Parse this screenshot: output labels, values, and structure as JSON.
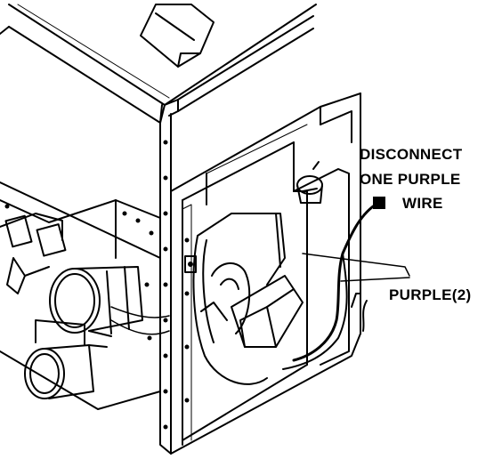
{
  "callout": {
    "line1": "DISCONNECT",
    "line2": "ONE PURPLE",
    "line3": "WIRE"
  },
  "wire_label": "PURPLE(2)",
  "colors": {
    "ink": "#000000",
    "paper": "#ffffff"
  }
}
